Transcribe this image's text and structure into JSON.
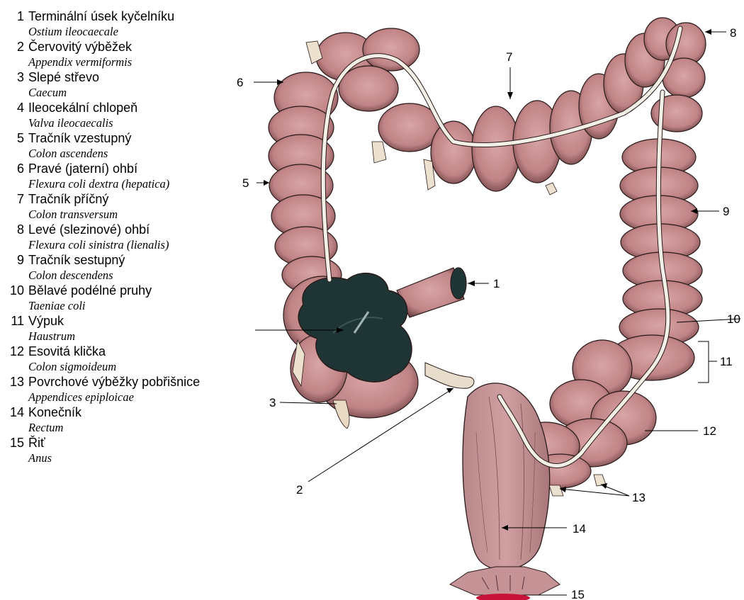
{
  "legend": [
    {
      "num": "1",
      "name": "Terminální úsek kyčelníku",
      "latin": "Ostium ileocaecale"
    },
    {
      "num": "2",
      "name": "Červovitý výběžek",
      "latin": "Appendix vermiformis"
    },
    {
      "num": "3",
      "name": "Slepé střevo",
      "latin": "Caecum"
    },
    {
      "num": "4",
      "name": "Ileocekální chlopeň",
      "latin": "Valva ileocaecalis"
    },
    {
      "num": "5",
      "name": "Tračník vzestupný",
      "latin": "Colon ascendens"
    },
    {
      "num": "6",
      "name": "Pravé (jaterní) ohbí",
      "latin": "Flexura coli dextra (hepatica)"
    },
    {
      "num": "7",
      "name": "Tračník příčný",
      "latin": "Colon transversum"
    },
    {
      "num": "8",
      "name": "Levé (slezinové) ohbí",
      "latin": "Flexura coli sinistra (lienalis)"
    },
    {
      "num": "9",
      "name": "Tračník sestupný",
      "latin": "Colon descendens"
    },
    {
      "num": "10",
      "name": "Bělavé podélné pruhy",
      "latin": "Taeniae coli"
    },
    {
      "num": "11",
      "name": "Výpuk",
      "latin": "Haustrum"
    },
    {
      "num": "12",
      "name": "Esovitá klička",
      "latin": "Colon sigmoideum"
    },
    {
      "num": "13",
      "name": "Povrchové výběžky pobřišnice",
      "latin": "Appendices epiploicae"
    },
    {
      "num": "14",
      "name": "Konečník",
      "latin": "Rectum"
    },
    {
      "num": "15",
      "name": "Řiť",
      "latin": "Anus"
    }
  ],
  "callouts": {
    "c1": "1",
    "c2": "2",
    "c3": "3",
    "c5": "5",
    "c6": "6",
    "c7": "7",
    "c8": "8",
    "c9": "9",
    "c10": "10",
    "c11": "11",
    "c12": "12",
    "c13": "13",
    "c14": "14",
    "c15": "15"
  },
  "colors": {
    "tissue": "#c98f91",
    "tissue_light": "#d9a5a6",
    "tissue_dark": "#8e5a5c",
    "lumen": "#1f3535",
    "taenia": "#f2efe6",
    "outline": "#2a1a1a",
    "anus_red": "#c8143a"
  }
}
